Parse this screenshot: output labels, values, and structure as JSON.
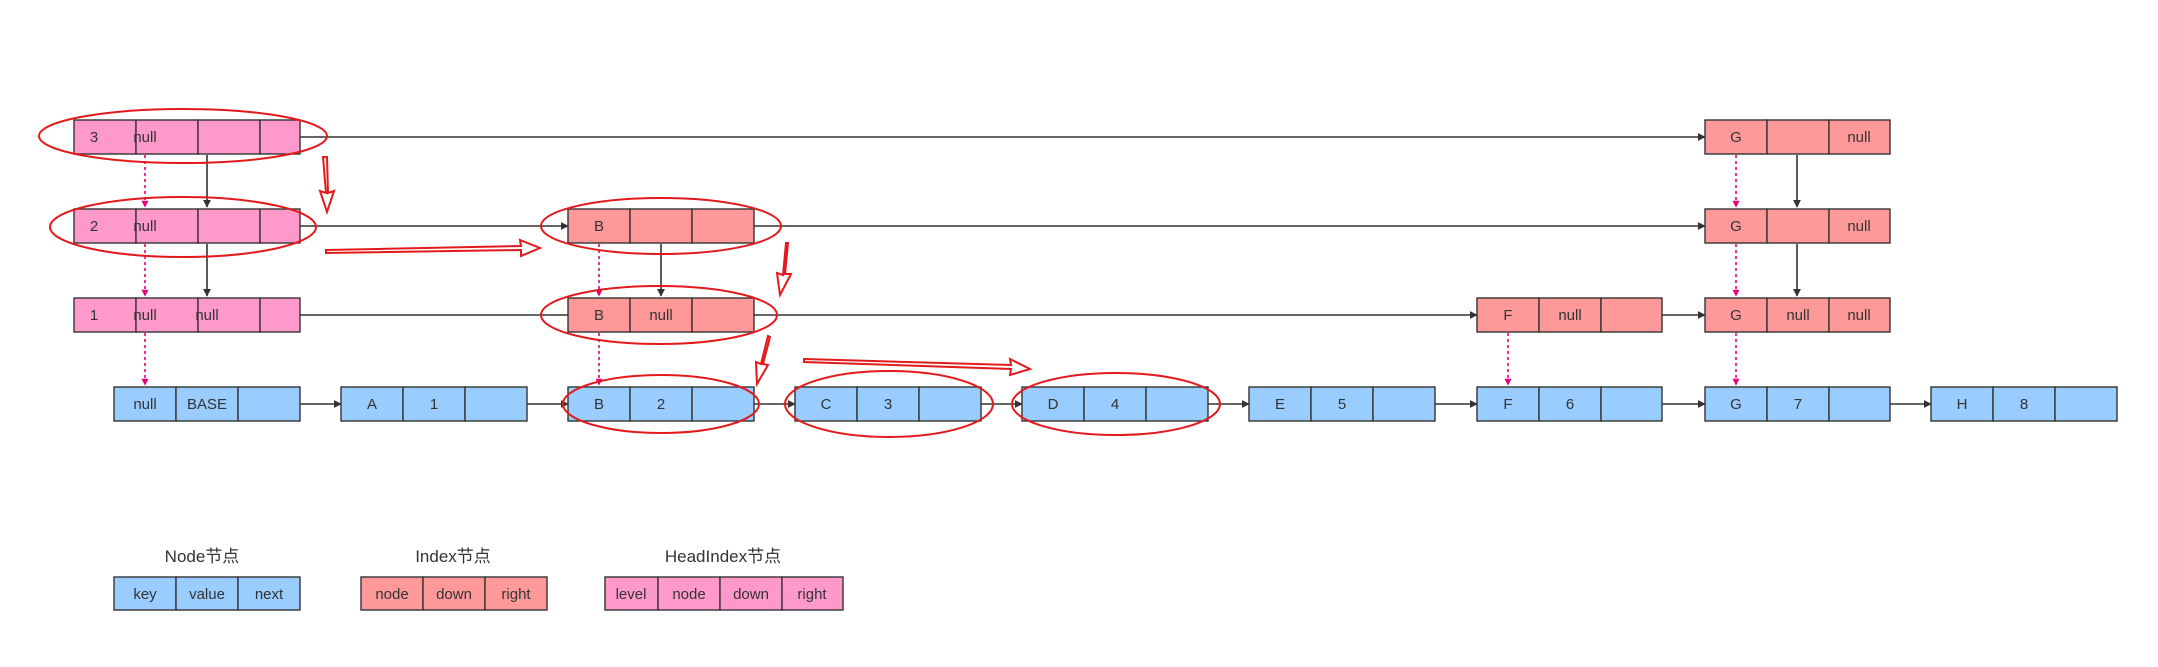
{
  "colors": {
    "node_fill": "#99ccff",
    "index_fill": "#ff9999",
    "head_fill": "#ff99cc",
    "border": "#333333",
    "link": "#333333",
    "down_pointer": "#e6007e",
    "highlight": "#e31a1c"
  },
  "head_index": {
    "level3": [
      "3",
      "null",
      "",
      ""
    ],
    "level2": [
      "2",
      "null",
      "",
      ""
    ],
    "level1": [
      "1",
      "null",
      "null",
      ""
    ]
  },
  "index_level3": {
    "g": [
      "G",
      "",
      "null"
    ]
  },
  "index_level2": {
    "b": [
      "B",
      "",
      ""
    ],
    "g": [
      "G",
      "",
      "null"
    ]
  },
  "index_level1": {
    "b": [
      "B",
      "null",
      ""
    ],
    "f": [
      "F",
      "null",
      ""
    ],
    "g": [
      "G",
      "null",
      "null"
    ]
  },
  "nodes": {
    "base": [
      "null",
      "BASE",
      ""
    ],
    "a": [
      "A",
      "1",
      ""
    ],
    "b": [
      "B",
      "2",
      ""
    ],
    "c": [
      "C",
      "3",
      ""
    ],
    "d": [
      "D",
      "4",
      ""
    ],
    "e": [
      "E",
      "5",
      ""
    ],
    "f": [
      "F",
      "6",
      ""
    ],
    "g": [
      "G",
      "7",
      ""
    ],
    "h": [
      "H",
      "8",
      ""
    ]
  },
  "legend": {
    "node_title": "Node节点",
    "node_fields": [
      "key",
      "value",
      "next"
    ],
    "index_title": "Index节点",
    "index_fields": [
      "node",
      "down",
      "right"
    ],
    "head_title": "HeadIndex节点",
    "head_fields": [
      "level",
      "node",
      "down",
      "right"
    ]
  }
}
